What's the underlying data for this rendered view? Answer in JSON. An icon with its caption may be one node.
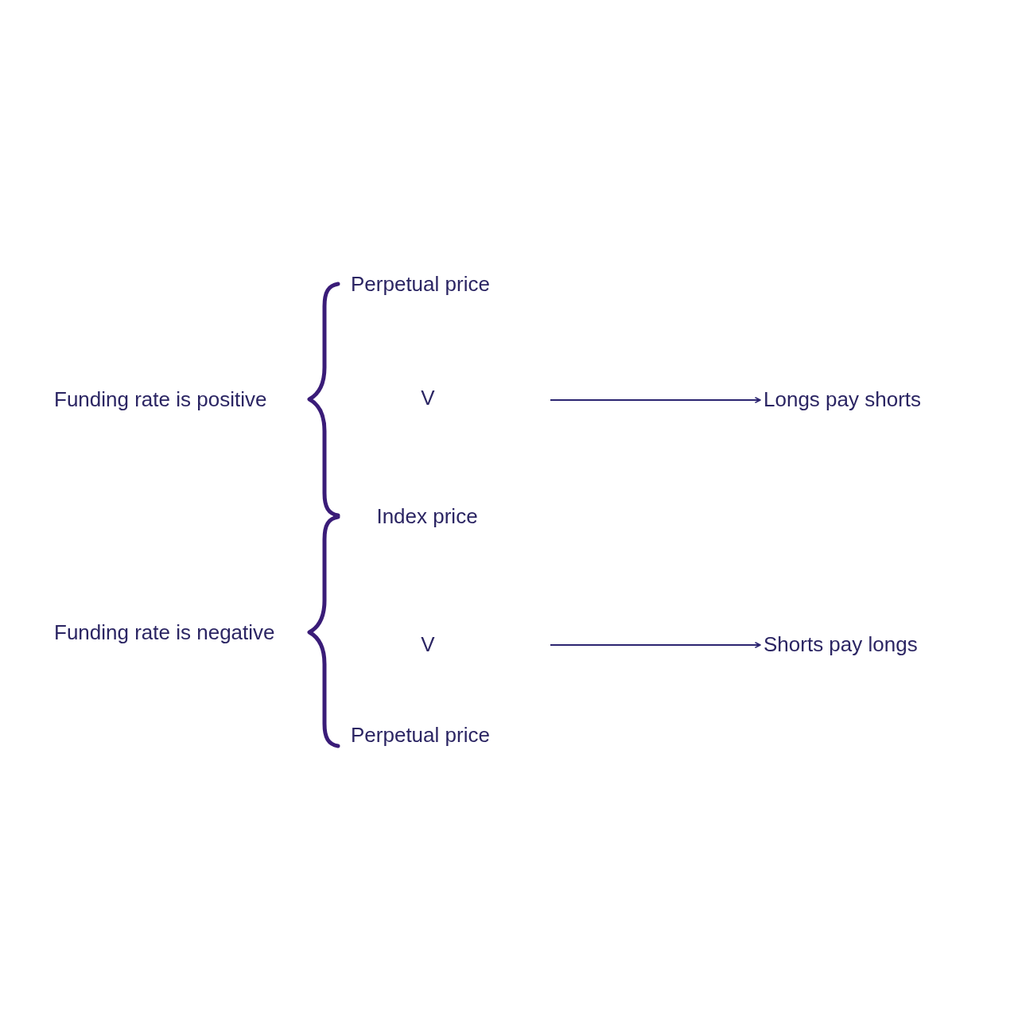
{
  "diagram": {
    "nodes": [
      {
        "text": [
          "Longs pay shorts"
        ]
      },
      {
        "text": [
          "Shorts pay longs"
        ]
      }
    ],
    "edges": [
      {
        "from": null,
        "to": 0,
        "arrow": "to"
      },
      {
        "from": null,
        "to": 1,
        "arrow": "to"
      }
    ],
    "labels": [
      "Perpetual price",
      "Funding rate is positive",
      "V",
      "Index price",
      "Funding rate is negative",
      "V",
      "Perpetual price"
    ]
  }
}
